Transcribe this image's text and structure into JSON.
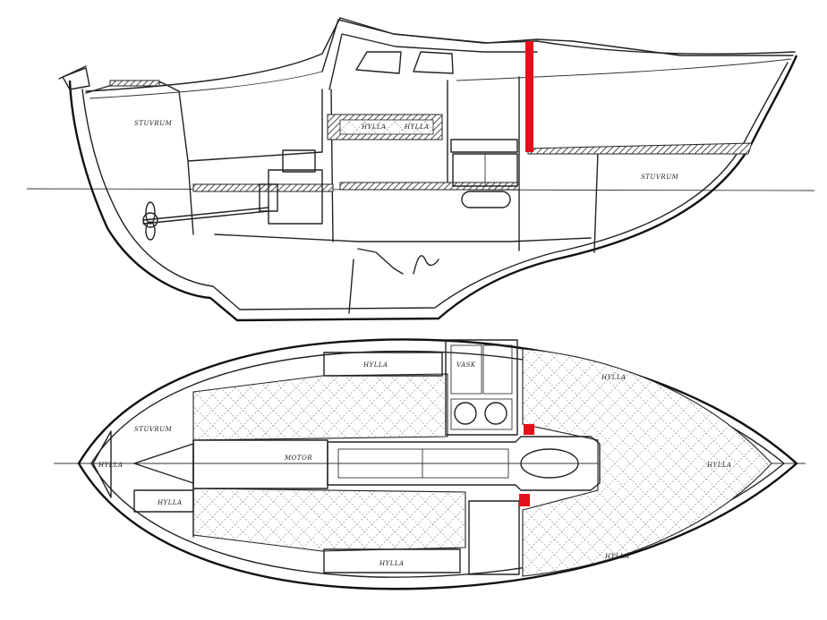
{
  "labels": {
    "stuvrum_side_aft": "STUVRUM",
    "stuvrum_side_fwd": "STUVRUM",
    "stuvrum_plan": "STUVRUM",
    "hylla_side_1": "HYLLA",
    "hylla_side_2": "HYLLA",
    "hylla_plan_top": "HYLLA",
    "hylla_plan_aft": "HYLLA",
    "hylla_plan_port": "HYLLA",
    "hylla_plan_bow_top": "HYLLA",
    "hylla_plan_bow_bottom": "HYLLA",
    "hylla_plan_stern": "HYLLA",
    "hylla_plan_bow_tip": "HYLLA",
    "motor": "MOTOR",
    "vask": "VASK"
  },
  "colors": {
    "line": "#222222",
    "marker": "#e3101a",
    "background": "#ffffff"
  }
}
